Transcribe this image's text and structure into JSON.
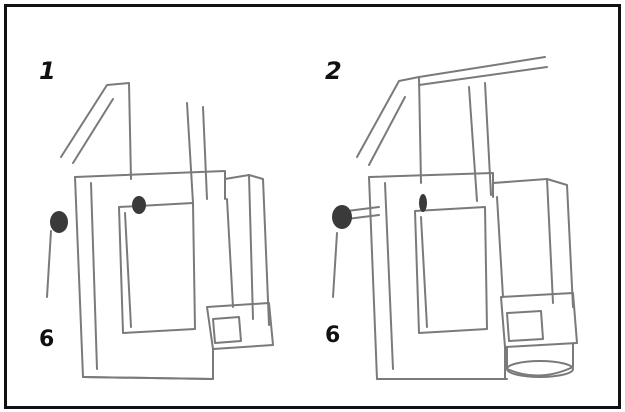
{
  "panels": [
    {
      "step": "1",
      "callout": "6"
    },
    {
      "step": "2",
      "callout": "6"
    }
  ],
  "colors": {
    "line": "#7a7a7a",
    "knob": "#3a3a3a",
    "border": "#111111"
  },
  "icons": [
    "mount-bracket-illustration",
    "adjustment-knob-icon"
  ]
}
